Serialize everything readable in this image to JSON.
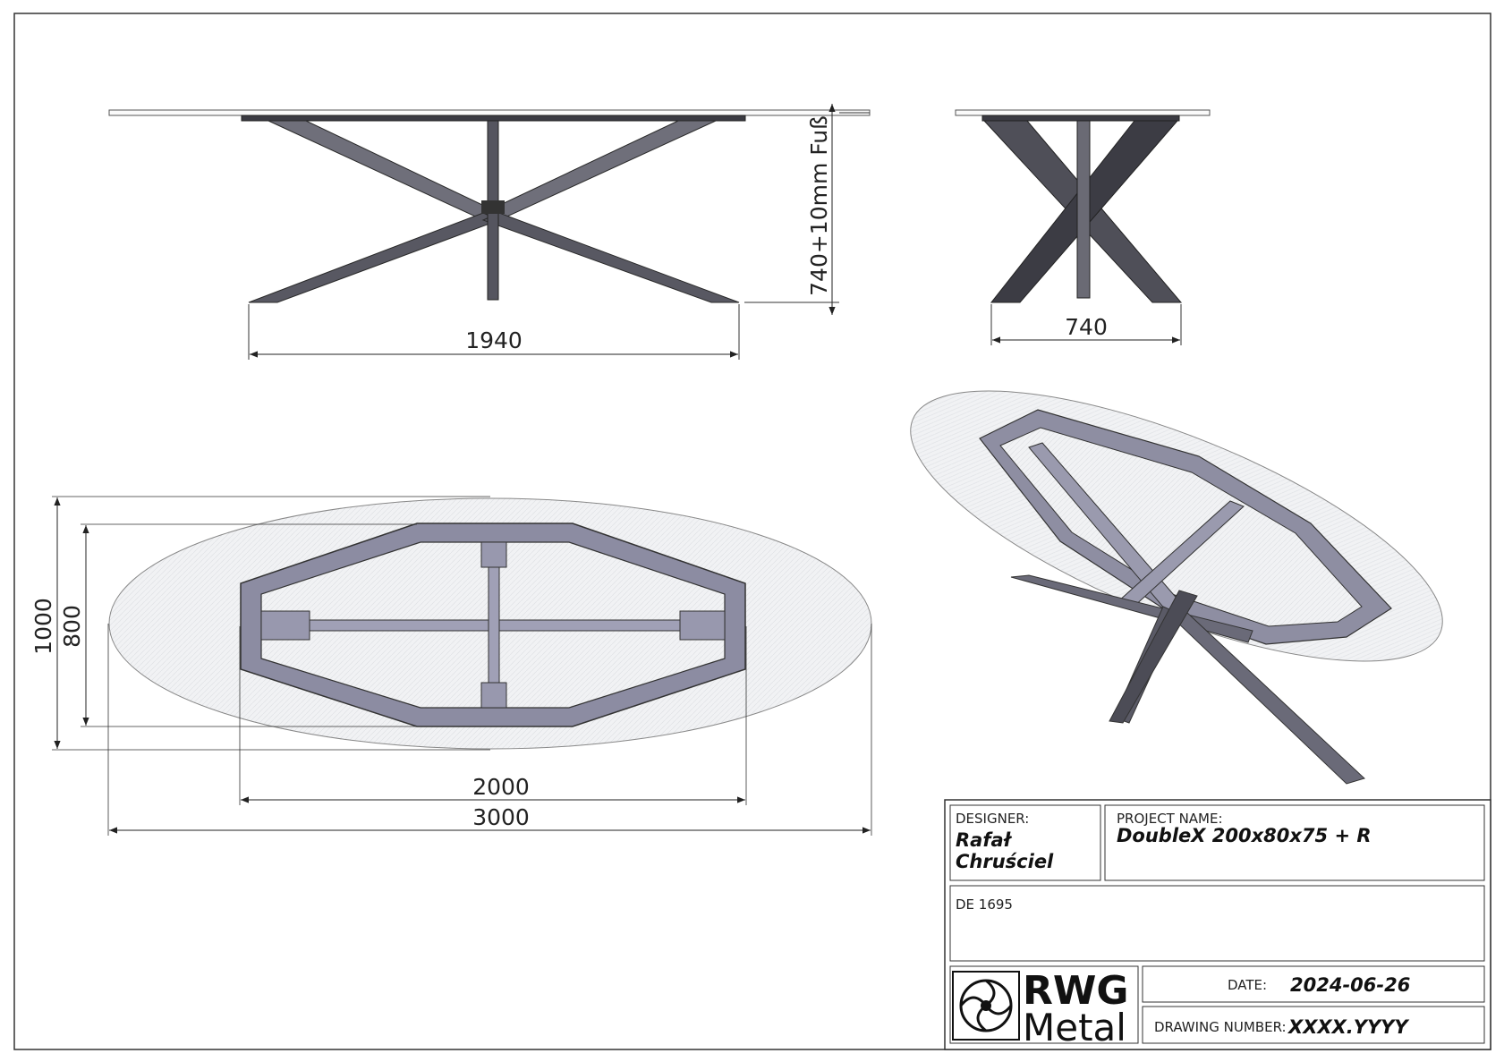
{
  "dimensions": {
    "front_width": "1940",
    "front_height": "740+10mm Fuß",
    "side_width": "740",
    "top_outer_depth": "1000",
    "top_inner_depth": "800",
    "top_frame_length": "2000",
    "top_total_length": "3000"
  },
  "title_block": {
    "designer_label": "DESIGNER:",
    "designer_name_line1": "Rafał",
    "designer_name_line2": "Chruściel",
    "project_label": "PROJECT NAME:",
    "project_name": "DoubleX 200x80x75 + R",
    "reference": "DE 1695",
    "logo_line1": "RWG",
    "logo_line2": "Metal",
    "date_label": "DATE:",
    "date_value": "2024-06-26",
    "drawing_number_label": "DRAWING NUMBER:",
    "drawing_number_value": "XXXX.YYYY"
  },
  "colors": {
    "steel_dark": "#4a4a52",
    "steel_mid": "#6e6e78",
    "steel_light": "#9a9aac",
    "glass": "#e9ecef"
  }
}
